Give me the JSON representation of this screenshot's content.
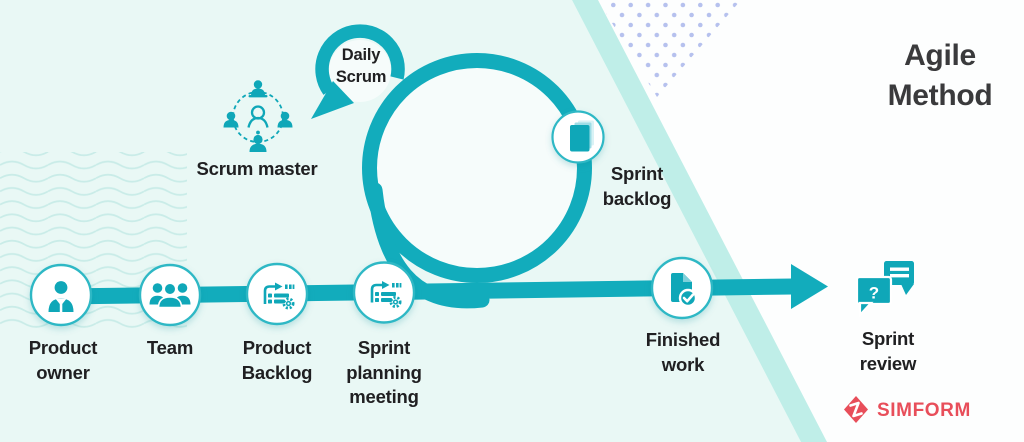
{
  "colors": {
    "accent_teal": "#12acbc",
    "icon_teal": "#0fa7b8",
    "node_border": "#2fb8c5",
    "diagonal_band": "#bfeee8",
    "mint_background": "#e9f8f5",
    "dots_purple": "#b6c1ee",
    "waves_teal": "#c9ece8",
    "label_text": "#202022",
    "title_text": "#3a3a3c",
    "logo_red": "#e84e5a"
  },
  "title": {
    "lines": [
      "Agile",
      "Method"
    ]
  },
  "daily_scrum": {
    "lines": [
      "Daily",
      "Scrum"
    ]
  },
  "scrum_master": {
    "label": "Scrum master"
  },
  "sprint_backlog": {
    "lines": [
      "Sprint",
      "backlog"
    ]
  },
  "sprint_review": {
    "lines": [
      "Sprint",
      "review"
    ],
    "question_mark": "?"
  },
  "nodes": [
    {
      "id": "product-owner",
      "icon": "person-icon",
      "label_lines": [
        "Product",
        "owner"
      ]
    },
    {
      "id": "team",
      "icon": "team-icon",
      "label_lines": [
        "Team"
      ]
    },
    {
      "id": "product-backlog",
      "icon": "task-list-gear-icon",
      "label_lines": [
        "Product",
        "Backlog"
      ]
    },
    {
      "id": "sprint-planning-meeting",
      "icon": "task-list-gear-icon",
      "label_lines": [
        "Sprint",
        "planning",
        "meeting"
      ]
    },
    {
      "id": "finished-work",
      "icon": "document-check-icon",
      "label_lines": [
        "Finished",
        "work"
      ]
    }
  ],
  "logo": {
    "text": "SIMFORM"
  }
}
